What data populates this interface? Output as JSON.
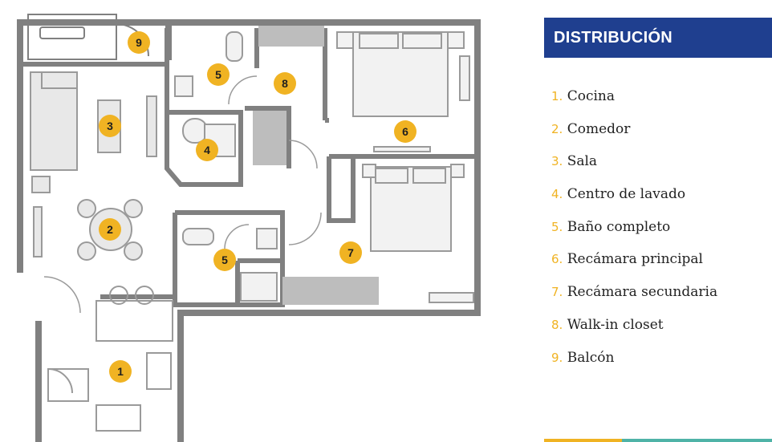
{
  "legend": {
    "title": "DISTRIBUCIÓN",
    "items": [
      {
        "num": "1.",
        "label": "Cocina"
      },
      {
        "num": "2.",
        "label": "Comedor"
      },
      {
        "num": "3.",
        "label": "Sala"
      },
      {
        "num": "4.",
        "label": "Centro de lavado"
      },
      {
        "num": "5.",
        "label": "Baño completo"
      },
      {
        "num": "6.",
        "label": "Recámara principal"
      },
      {
        "num": "7.",
        "label": "Recámara secundaria"
      },
      {
        "num": "8.",
        "label": "Walk-in closet"
      },
      {
        "num": "9.",
        "label": "Balcón"
      }
    ]
  },
  "markers": {
    "m1": "1",
    "m2": "2",
    "m3": "3",
    "m4": "4",
    "m5a": "5",
    "m5b": "5",
    "m6": "6",
    "m7": "7",
    "m8": "8",
    "m9": "9"
  },
  "colors": {
    "header_bg": "#1f3f8f",
    "accent_yellow": "#f0b323",
    "accent_teal": "#4fb3a7",
    "wall": "#808080",
    "furniture": "#9a9a9a"
  }
}
